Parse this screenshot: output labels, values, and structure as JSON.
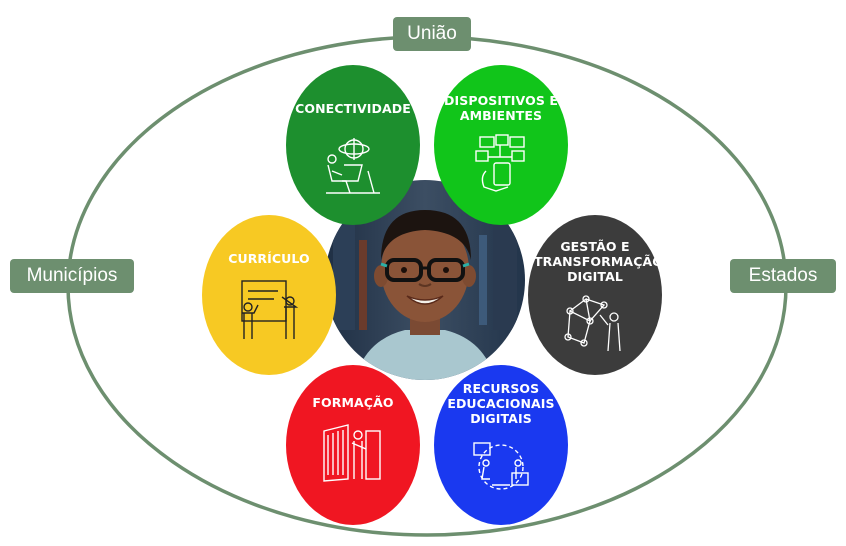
{
  "labels": {
    "top": "União",
    "left": "Municípios",
    "right": "Estados"
  },
  "pillars": {
    "conectividade": "CONECTIVIDADE",
    "dispositivos": [
      "DISPOSITIVOS E",
      "AMBIENTES"
    ],
    "curriculo": "CURRÍCULO",
    "gestao": [
      "GESTÃO E",
      "TRANSFORMAÇÃO",
      "DIGITAL"
    ],
    "formacao": "FORMAÇÃO",
    "recursos": [
      "RECURSOS",
      "EDUCACIONAIS",
      "DIGITAIS"
    ]
  },
  "colors": {
    "ring": "#6d8f6f",
    "conectividade": "#1d8f2e",
    "dispositivos": "#11c51a",
    "curriculo": "#f7c923",
    "gestao": "#3c3c3c",
    "formacao": "#f01622",
    "recursos": "#1a39f0"
  },
  "icons": {
    "conectividade": "person-laptop-globe-icon",
    "dispositivos": "devices-hand-icon",
    "curriculo": "teachers-whiteboard-icon",
    "gestao": "network-person-icon",
    "formacao": "person-bookshelf-icon",
    "recursos": "people-digital-globe-icon"
  }
}
